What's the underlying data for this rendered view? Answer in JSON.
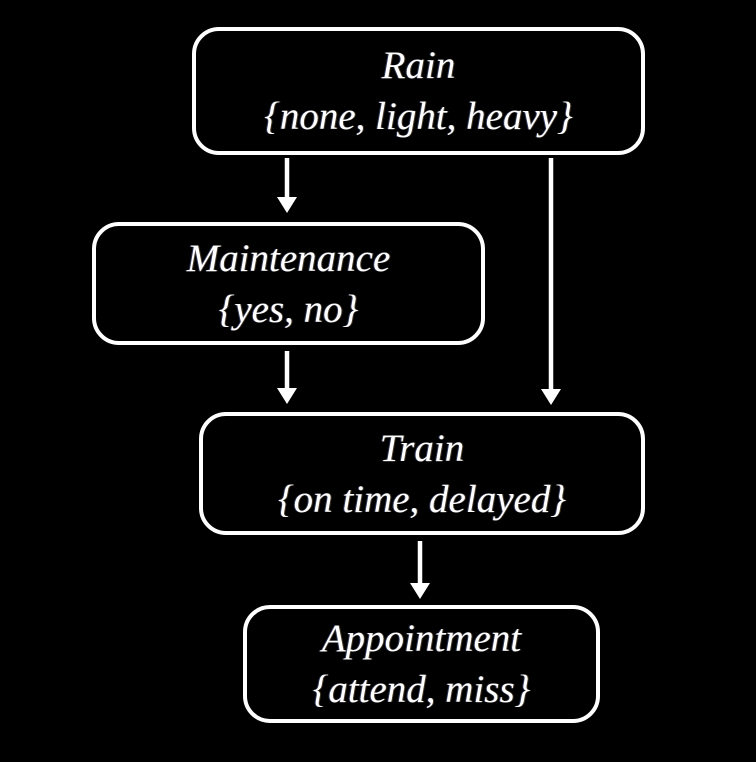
{
  "diagram": {
    "nodes": {
      "rain": {
        "title": "Rain",
        "values": "{none, light, heavy}"
      },
      "maintenance": {
        "title": "Maintenance",
        "values": "{yes, no}"
      },
      "train": {
        "title": "Train",
        "values": "{on time, delayed}"
      },
      "appointment": {
        "title": "Appointment",
        "values": "{attend, miss}"
      }
    },
    "edges": [
      {
        "from": "Rain",
        "to": "Maintenance"
      },
      {
        "from": "Rain",
        "to": "Train"
      },
      {
        "from": "Maintenance",
        "to": "Train"
      },
      {
        "from": "Train",
        "to": "Appointment"
      }
    ],
    "colors": {
      "background": "#000000",
      "node_border": "#ffffff",
      "text": "#ffffff",
      "arrow": "#ffffff"
    }
  }
}
